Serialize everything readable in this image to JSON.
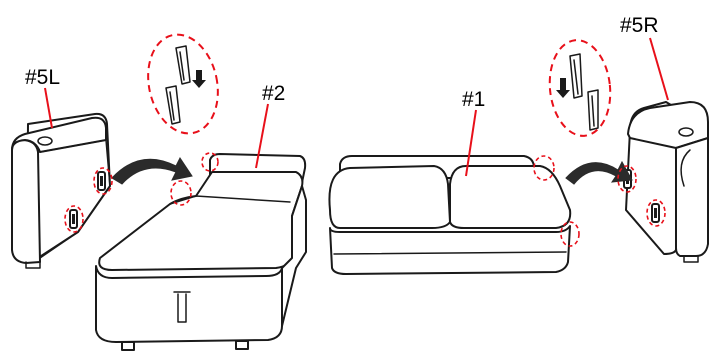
{
  "labels": {
    "left_arm": "#5L",
    "chaise": "#2",
    "loveseat": "#1",
    "right_arm": "#5R"
  },
  "colors": {
    "line": "#1a1a1a",
    "highlight": "#e8101a",
    "arrow": "#2b2b2b",
    "background": "#ffffff"
  },
  "icons": [
    "bracket-down-arrow-icon",
    "curved-arrow-icon"
  ]
}
